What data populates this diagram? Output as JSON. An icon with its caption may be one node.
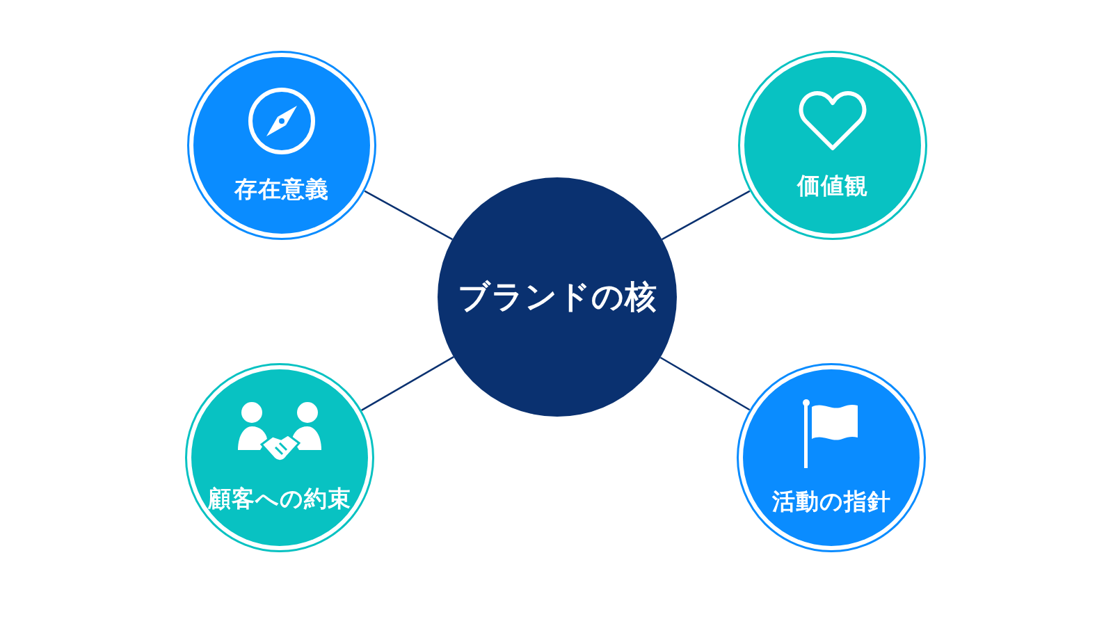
{
  "diagram": {
    "nodes": [
      {
        "text": [
          "存在意義"
        ]
      },
      {
        "text": [
          "価値観"
        ]
      },
      {
        "text": [
          "ブランドの核"
        ]
      },
      {
        "text": [
          "顧客への約束"
        ]
      },
      {
        "text": [
          "活動の指針"
        ]
      }
    ],
    "edges": [
      {
        "from": 2,
        "to": 0,
        "arrow": "none"
      },
      {
        "from": 2,
        "to": 1,
        "arrow": "none"
      },
      {
        "from": 2,
        "to": 3,
        "arrow": "none"
      },
      {
        "from": 2,
        "to": 4,
        "arrow": "none"
      }
    ]
  }
}
